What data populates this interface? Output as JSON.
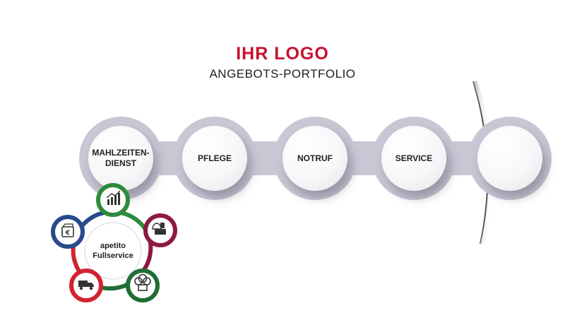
{
  "header": {
    "logo": "IHR LOGO",
    "subtitle": "ANGEBOTS-PORTFOLIO"
  },
  "portfolio": {
    "items": [
      {
        "label": "MAHLZEITEN-\nDIENST"
      },
      {
        "label": "PFLEGE"
      },
      {
        "label": "NOTRUF"
      },
      {
        "label": "SERVICE"
      }
    ]
  },
  "cluster": {
    "center_line1": "apetito",
    "center_line2": "Fullservice",
    "nodes": [
      {
        "icon": "chart-icon",
        "color": "#2e8b3a"
      },
      {
        "icon": "cloche-icon",
        "color": "#8c1a3c"
      },
      {
        "icon": "chef-hat-icon",
        "color": "#1f6e35"
      },
      {
        "icon": "truck-icon",
        "color": "#d12431"
      },
      {
        "icon": "euro-icon",
        "color": "#264a8c"
      }
    ]
  }
}
